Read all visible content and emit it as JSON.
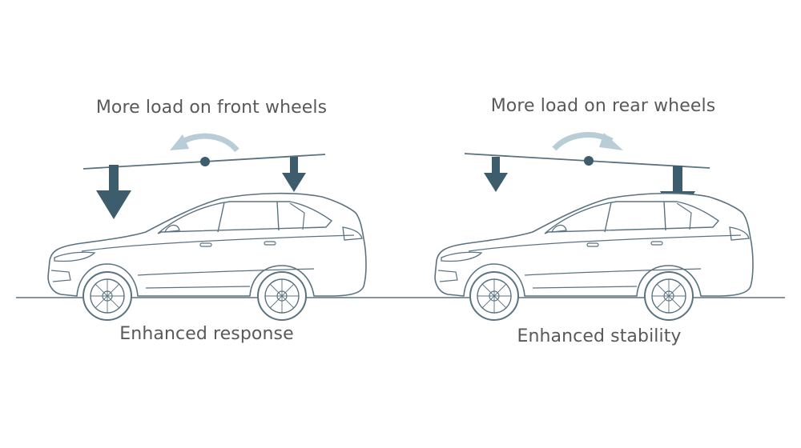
{
  "colors": {
    "accent": "#3d5d6d",
    "pivot_arrow": "#b9cdd6",
    "line": "#5b7280",
    "text": "#58595b",
    "car_fill": "#ffffff"
  },
  "left_panel": {
    "caption": "More load on front wheels",
    "result": "Enhanced response",
    "pivot_arrow_direction": "counterclockwise",
    "heavy_arrow": "front"
  },
  "right_panel": {
    "caption": "More load on rear wheels",
    "result": "Enhanced stability",
    "pivot_arrow_direction": "clockwise",
    "heavy_arrow": "rear"
  },
  "icons": [
    "curved-arrow-icon",
    "down-arrow-icon",
    "car-icon"
  ]
}
